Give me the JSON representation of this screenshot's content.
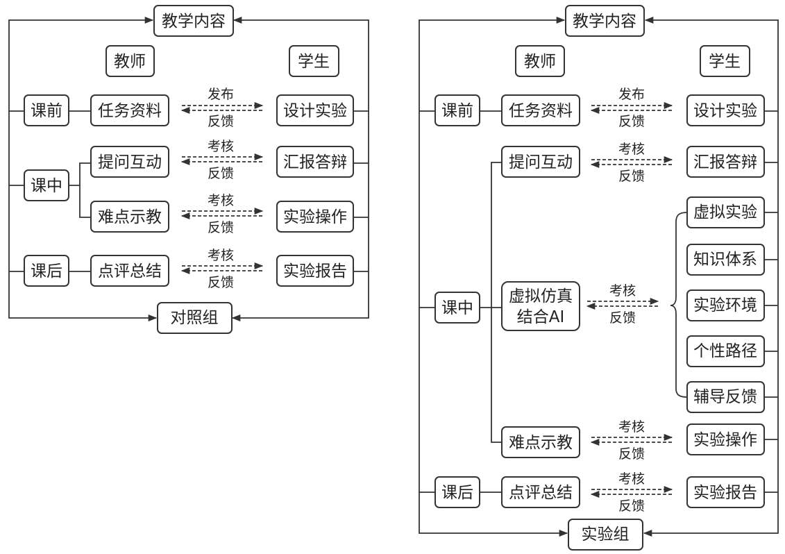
{
  "control": {
    "top": "教学内容",
    "teacher": "教师",
    "student": "学生",
    "bottom": "对照组",
    "phases": [
      "课前",
      "课中",
      "课后"
    ],
    "teacher_items": [
      "任务资料",
      "提问互动",
      "难点示教",
      "点评总结"
    ],
    "student_items": [
      "设计实验",
      "汇报答辩",
      "实验操作",
      "实验报告"
    ],
    "upper_labels": [
      "发布",
      "考核",
      "考核",
      "考核"
    ],
    "lower_labels": [
      "反馈",
      "反馈",
      "反馈",
      "反馈"
    ]
  },
  "experiment": {
    "top": "教学内容",
    "teacher": "教师",
    "student": "学生",
    "bottom": "实验组",
    "phases": [
      "课前",
      "课中",
      "课后"
    ],
    "teacher_items": [
      "任务资料",
      "提问互动",
      "难点示教",
      "点评总结"
    ],
    "student_items": [
      "设计实验",
      "汇报答辩",
      "实验操作",
      "实验报告"
    ],
    "upper_labels": [
      "发布",
      "考核",
      "考核",
      "考核"
    ],
    "lower_labels": [
      "反馈",
      "反馈",
      "反馈",
      "反馈"
    ],
    "vr_line1": "虚拟仿真",
    "vr_line2": "结合AI",
    "vr_upper": "考核",
    "vr_lower": "反馈",
    "vr_items": [
      "虚拟实验",
      "知识体系",
      "实验环境",
      "个性路径",
      "辅导反馈"
    ]
  }
}
